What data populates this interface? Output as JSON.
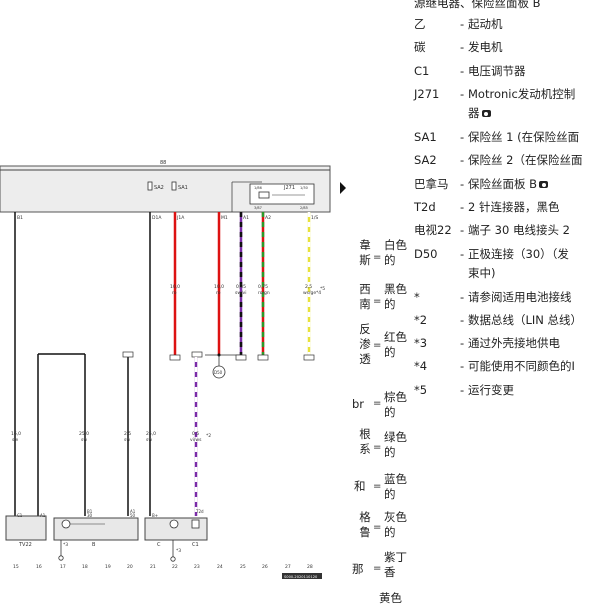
{
  "diagram": {
    "bus_label": "88",
    "fuse_labels": [
      "SA2",
      "SA1"
    ],
    "relay_label": "J271",
    "relay_pins": [
      "1/86",
      "1/30",
      "3/87",
      "2/85"
    ],
    "terminal_labels": [
      "B1",
      "D1A",
      "J1A",
      "M1",
      "A1",
      "A2",
      "1/S"
    ],
    "wires": [
      {
        "size": "16,0",
        "color": "sw"
      },
      {
        "size": "25,0",
        "color": "sw"
      },
      {
        "size": "2,5",
        "color": "sw"
      },
      {
        "size": "25,0",
        "color": "sw"
      },
      {
        "size": "10,0",
        "color": "ro"
      },
      {
        "size": "10,0",
        "color": "ro"
      },
      {
        "size": "0,35",
        "color": "sw/vi"
      },
      {
        "size": "0,75",
        "color": "ro/gn"
      },
      {
        "size": "2,5",
        "color": "ws/ge"
      },
      {
        "size": "0,5",
        "color": "vi/ws"
      }
    ],
    "asterisks": [
      "*5",
      "*4",
      "*2",
      "*3",
      "*3"
    ],
    "ground_label": "D50",
    "components": [
      "TV22",
      "B",
      "C",
      "C1"
    ],
    "bottom_terminals": [
      "C1",
      "A1",
      "B1",
      "30",
      "A1",
      "50",
      "B+",
      "T2d"
    ],
    "grid_numbers": [
      "15",
      "16",
      "17",
      "18",
      "19",
      "20",
      "21",
      "22",
      "23",
      "24",
      "25",
      "26",
      "27",
      "28"
    ],
    "ref_code": "S000-2020110120"
  },
  "legend": {
    "header": "源继电器、保险丝面板 B",
    "items": [
      {
        "code": "乙",
        "desc": "起动机",
        "cam": false
      },
      {
        "code": "碳",
        "desc": "发电机",
        "cam": false
      },
      {
        "code": "C1",
        "desc": "电压调节器",
        "cam": false
      },
      {
        "code": "J271",
        "desc": "Motronic发动机控制",
        "desc2": "器",
        "cam": true
      },
      {
        "code": "SA1",
        "desc": "保险丝 1 (在保险丝面",
        "cam": false
      },
      {
        "code": "SA2",
        "desc": "保险丝 2（在保险丝面",
        "cam": false
      },
      {
        "code": "巴拿马",
        "desc": "保险丝面板 B",
        "cam": true
      },
      {
        "code": "T2d",
        "desc": "2 针连接器，黑色",
        "cam": false
      },
      {
        "code": "电视22",
        "desc": "端子 30 电线接头 2",
        "cam": false
      },
      {
        "code": "D50",
        "desc": "正极连接（30）（发",
        "desc2": "束中)",
        "cam": false
      },
      {
        "code": "*",
        "desc": "请参阅适用电池接线",
        "cam": false
      },
      {
        "code": "*2",
        "desc": "数据总线（LIN 总线）",
        "cam": false
      },
      {
        "code": "*3",
        "desc": "通过外壳接地供电",
        "cam": false
      },
      {
        "code": "*4",
        "desc": "可能使用不同颜色的I",
        "cam": false
      },
      {
        "code": "*5",
        "desc": "运行变更",
        "cam": false
      }
    ]
  },
  "color_codes": [
    {
      "abbr": "韋斯",
      "color": "白色的"
    },
    {
      "abbr": "西南",
      "color": "黑色的"
    },
    {
      "abbr": "反渗透",
      "color": "红色的"
    },
    {
      "abbr": "br",
      "color": "棕色的"
    },
    {
      "abbr": "根系",
      "color": "绿色的"
    },
    {
      "abbr": "和",
      "color": "蓝色的"
    },
    {
      "abbr": "格鲁",
      "color": "灰色的"
    },
    {
      "abbr": "那",
      "color": "紫丁香"
    },
    {
      "abbr": "",
      "color": "黄色"
    }
  ],
  "eq": "="
}
